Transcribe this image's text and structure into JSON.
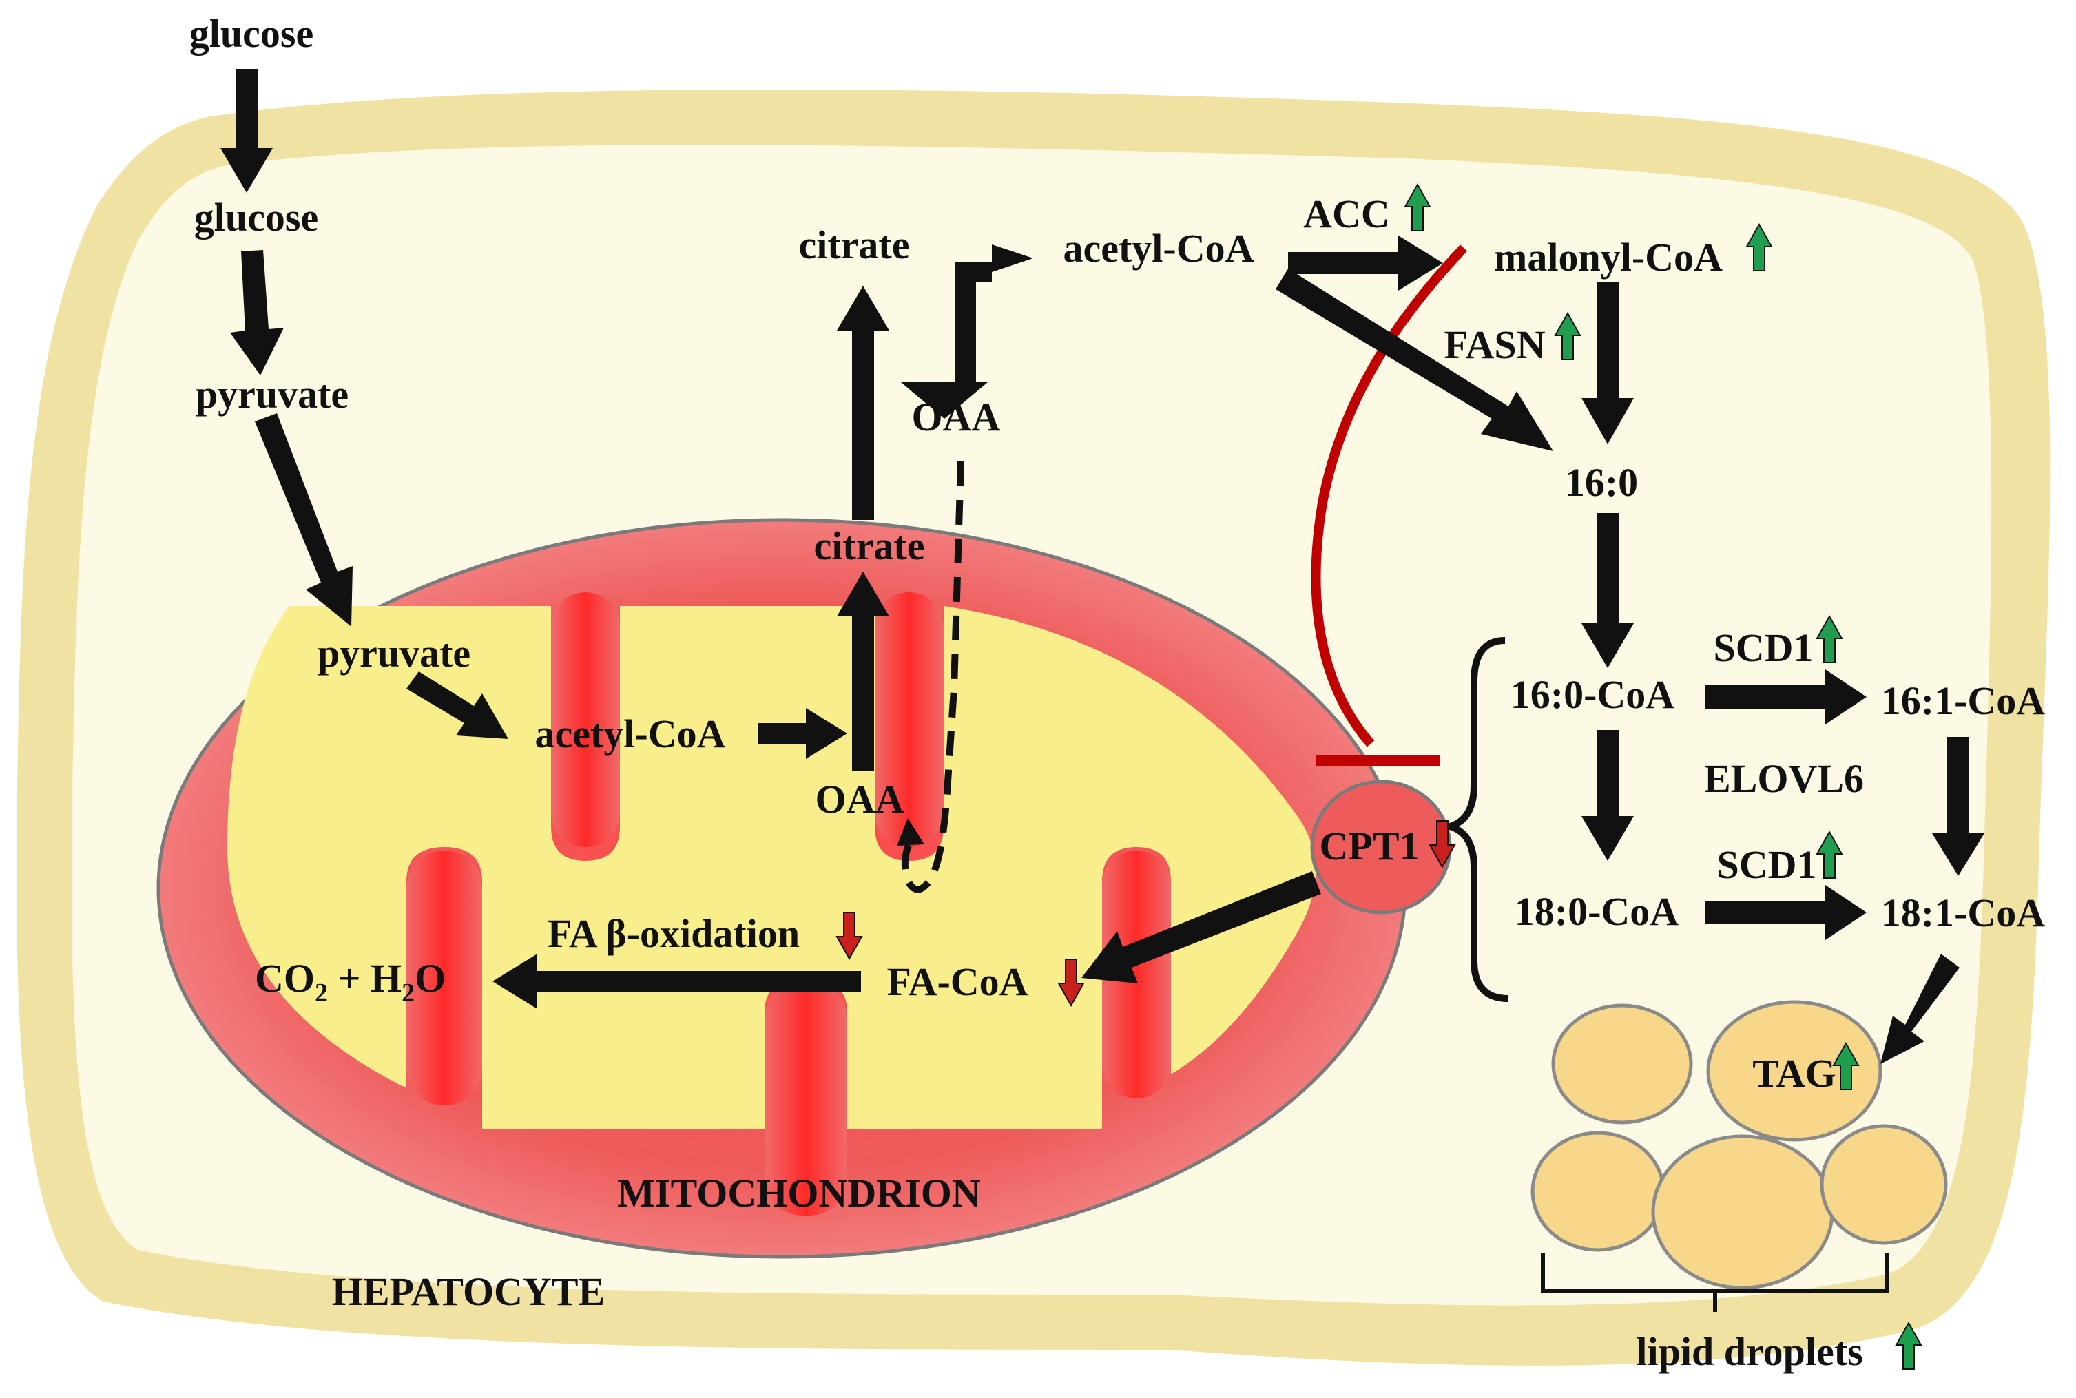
{
  "colors": {
    "cell_membrane": "#f0e2a2",
    "cytoplasm": "#fcf9e4",
    "mito_outer": "#ee5b5b",
    "mito_inner": "#f8ef8c",
    "lipid_droplet": "#f7d88a",
    "inhibition": "#c00000",
    "up_arrow": "#1f9e4f",
    "down_arrow": "#c8201c",
    "arrow": "#111111"
  },
  "labels": {
    "glucose_outside": "glucose",
    "glucose_inside": "glucose",
    "pyruvate_cyto": "pyruvate",
    "citrate_cyto": "citrate",
    "acetyl_coa_cyto": "acetyl-CoA",
    "acc": "ACC",
    "malonyl_coa": "malonyl-CoA",
    "fasn": "FASN",
    "oaa_cyto": "OAA",
    "c16_0": "16:0",
    "citrate_mito": "citrate",
    "pyruvate_mito": "pyruvate",
    "acetyl_coa_mito": "acetyl-CoA",
    "oaa_mito": "OAA",
    "cpt1": "CPT1",
    "c16_0_coa": "16:0-CoA",
    "scd1_a": "SCD1",
    "c16_1_coa": "16:1-CoA",
    "elovl6": "ELOVL6",
    "c18_0_coa": "18:0-CoA",
    "scd1_b": "SCD1",
    "c18_1_coa": "18:1-CoA",
    "fa_beta_ox": "FA β-oxidation",
    "fa_coa": "FA-CoA",
    "co2_h2o_co": "CO",
    "co2_h2o_sub1": "2",
    "co2_h2o_plus": " + H",
    "co2_h2o_sub2": "2",
    "co2_h2o_o": "O",
    "tag": "TAG",
    "mitochondrion": "MITOCHONDRION",
    "hepatocyte": "HEPATOCYTE",
    "lipid_droplets": "lipid droplets"
  }
}
